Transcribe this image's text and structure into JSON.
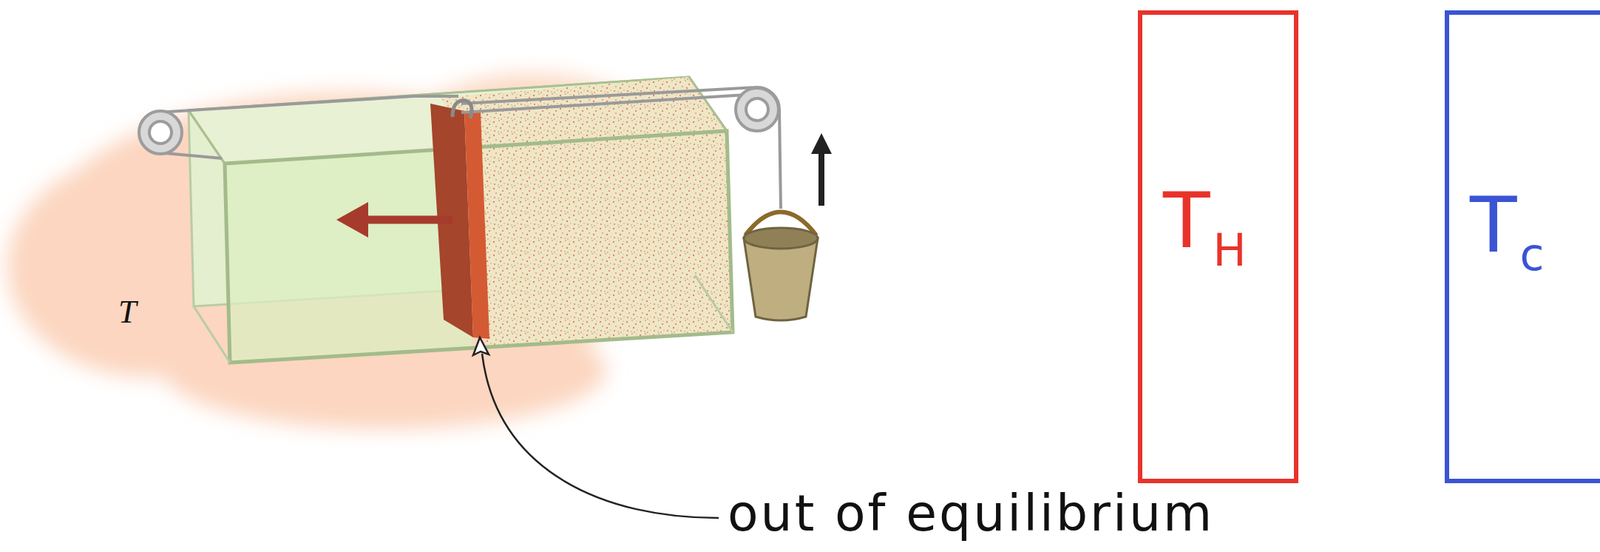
{
  "diagram": {
    "nodes": [
      {
        "text": [
          "T",
          "H"
        ]
      },
      {
        "text": [
          "T",
          "c"
        ]
      }
    ],
    "labels": [
      "T",
      "out of equilibrium"
    ]
  }
}
